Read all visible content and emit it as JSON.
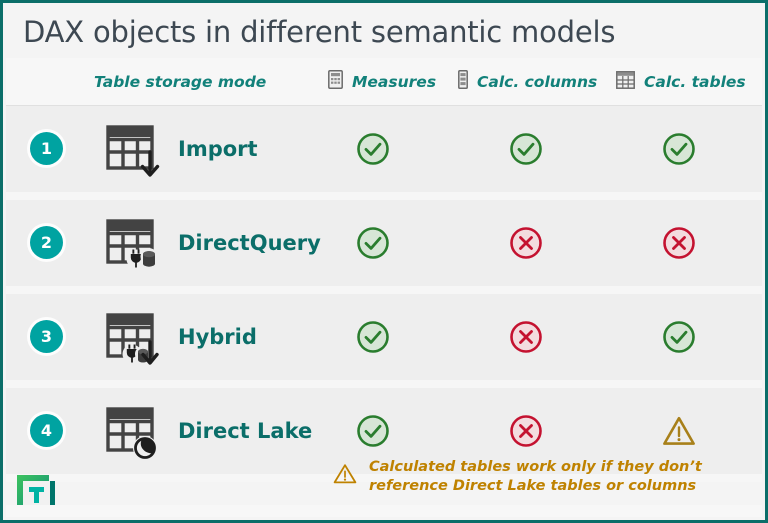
{
  "page": {
    "title": "DAX objects in different semantic models",
    "border_color": "#0b6e69",
    "accent_color": "#0b6e69",
    "badge_color": "#00a3a1",
    "ok_color": "#2a7d2e",
    "no_color": "#c41230",
    "warn_color": "#bf8200"
  },
  "columns": {
    "storage_mode": {
      "label": "Table storage mode"
    },
    "measures": {
      "label": "Measures",
      "icon": "calculator-icon"
    },
    "calc_columns": {
      "label": "Calc. columns",
      "icon": "column-icon"
    },
    "calc_tables": {
      "label": "Calc. tables",
      "icon": "grid-table-icon"
    }
  },
  "rows": [
    {
      "number": "1",
      "label": "Import",
      "icon": "table-download-icon",
      "measures": "check",
      "calc_columns": "check",
      "calc_tables": "check"
    },
    {
      "number": "2",
      "label": "DirectQuery",
      "icon": "table-plug-database-icon",
      "measures": "check",
      "calc_columns": "cross",
      "calc_tables": "cross"
    },
    {
      "number": "3",
      "label": "Hybrid",
      "icon": "table-plug-download-icon",
      "measures": "check",
      "calc_columns": "cross",
      "calc_tables": "check"
    },
    {
      "number": "4",
      "label": "Direct Lake",
      "icon": "table-lake-icon",
      "measures": "check",
      "calc_columns": "cross",
      "calc_tables": "warning"
    }
  ],
  "footnote": {
    "icon": "warning-triangle-icon",
    "text": "Calculated tables work only if they don’t reference Direct Lake tables or columns"
  },
  "logo": {
    "name": "sqlbi-logo",
    "letter": "T"
  }
}
